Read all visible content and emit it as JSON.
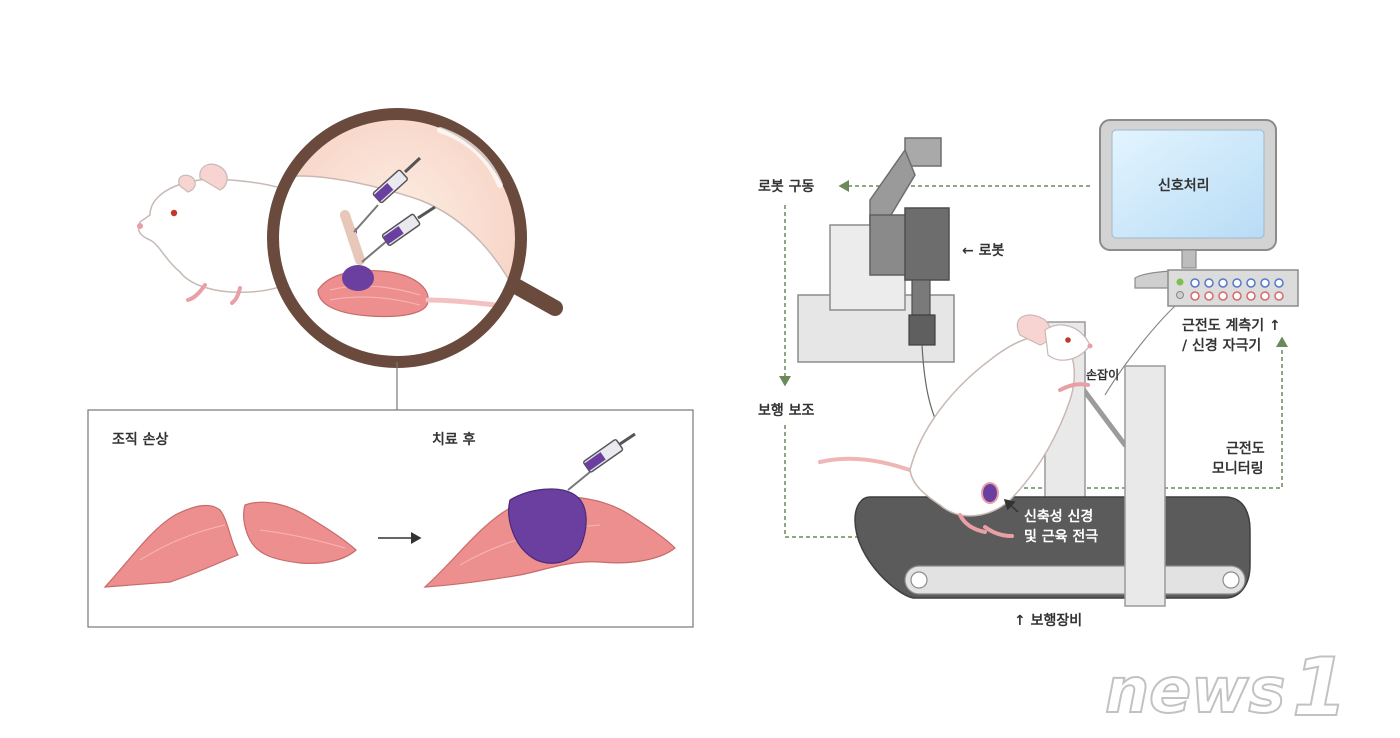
{
  "left_panel": {
    "box_labels": {
      "damaged": "조직 손상",
      "treated": "치료 후"
    }
  },
  "right_panel": {
    "monitor_text": "신호처리",
    "labels": {
      "robot_drive": "로봇 구동",
      "robot": "← 로봇",
      "walk_assist": "보행 보조",
      "handle": "손잡이",
      "emg_meter_line1": "근전도 계측기 ↑",
      "emg_meter_line2": "/ 신경 자극기",
      "emg_monitor_line1": "근전도",
      "emg_monitor_line2": "모니터링",
      "electrode_line1": "신축성 신경",
      "electrode_line2": "및 근육 전극",
      "treadmill": "↑ 보행장비"
    }
  },
  "watermark": {
    "logo_text": "news1"
  },
  "colors": {
    "dashed_arrow": "#6b8a5a",
    "magnifier_ring": "#6b4a3e",
    "muscle_pink": "#ee8f8f",
    "gel_purple": "#6a3fa0",
    "machine_gray": "#8c8c8c",
    "belt_dark": "#555555",
    "monitor_screen": "#cde9fa"
  }
}
